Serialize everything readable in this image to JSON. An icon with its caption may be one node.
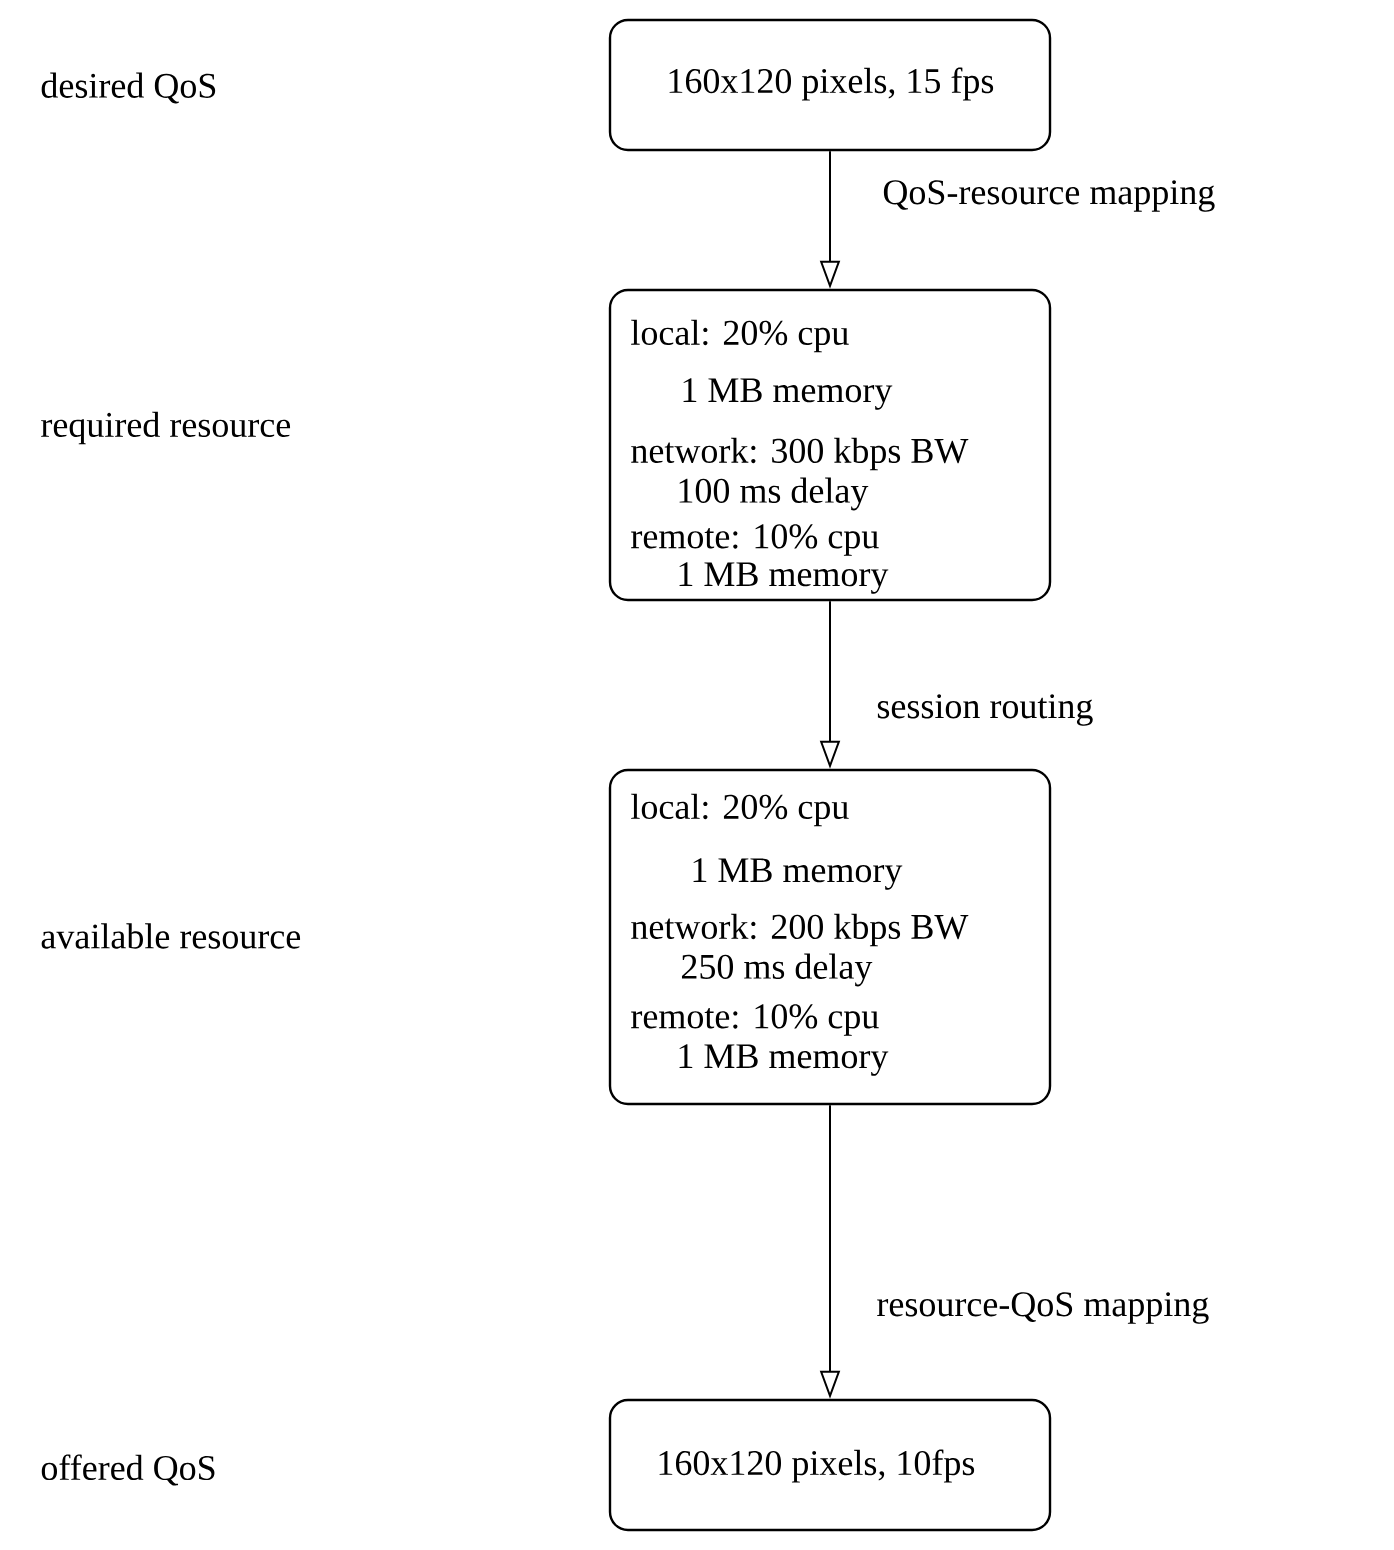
{
  "diagram": {
    "nodes": [
      {
        "text": [
          "160x120 pixels, 15 fps"
        ]
      },
      {
        "text": [
          "local: 20% cpu",
          "1 MB memory",
          "network: 300 kbps BW",
          "100 ms delay",
          "remote: 10% cpu",
          "1 MB memory"
        ]
      },
      {
        "text": [
          "local: 20% cpu",
          "1 MB memory",
          "network: 200 kbps BW",
          "250 ms delay",
          "remote: 10% cpu",
          "1 MB memory"
        ]
      },
      {
        "text": [
          "160x120 pixels, 10fps"
        ]
      }
    ],
    "edges": [
      {
        "from": 0,
        "to": 1,
        "arrow": "to",
        "label": "QoS-resource mapping"
      },
      {
        "from": 1,
        "to": 2,
        "arrow": "to",
        "label": "session routing"
      },
      {
        "from": 2,
        "to": 3,
        "arrow": "to",
        "label": "resource-QoS mapping"
      }
    ],
    "labels": [
      "desired QoS",
      "required resource",
      "available resource",
      "offered QoS"
    ]
  }
}
